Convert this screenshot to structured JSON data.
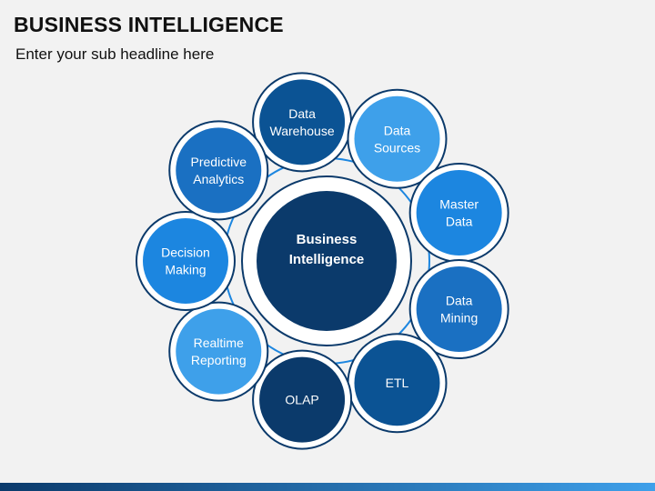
{
  "header": {
    "title": "BUSINESS INTELLIGENCE",
    "subtitle": "Enter your sub headline here"
  },
  "hub": {
    "lines": [
      "Business",
      "Intelligence"
    ],
    "color": "#0b3a6b"
  },
  "nodes": [
    {
      "id": "data-warehouse",
      "lines": [
        "Data",
        "Warehouse"
      ],
      "color": "#0b5394"
    },
    {
      "id": "data-sources",
      "lines": [
        "Data",
        "Sources"
      ],
      "color": "#3ea0ea"
    },
    {
      "id": "master-data",
      "lines": [
        "Master",
        "Data"
      ],
      "color": "#1c86e0"
    },
    {
      "id": "data-mining",
      "lines": [
        "Data",
        "Mining"
      ],
      "color": "#1a70c2"
    },
    {
      "id": "etl",
      "lines": [
        "ETL"
      ],
      "color": "#0b5394"
    },
    {
      "id": "olap",
      "lines": [
        "OLAP"
      ],
      "color": "#0b3a6b"
    },
    {
      "id": "realtime-reporting",
      "lines": [
        "Realtime",
        "Reporting"
      ],
      "color": "#3ea0ea"
    },
    {
      "id": "decision-making",
      "lines": [
        "Decision",
        "Making"
      ],
      "color": "#1c86e0"
    },
    {
      "id": "predictive-analytics",
      "lines": [
        "Predictive",
        "Analytics"
      ],
      "color": "#1a70c2"
    }
  ],
  "colors": {
    "arrow": "#1c86e0",
    "ring_outline": "#0b3a6b",
    "background": "#f2f2f2",
    "bar_start": "#0b3a6b",
    "bar_end": "#3ea0ea"
  }
}
